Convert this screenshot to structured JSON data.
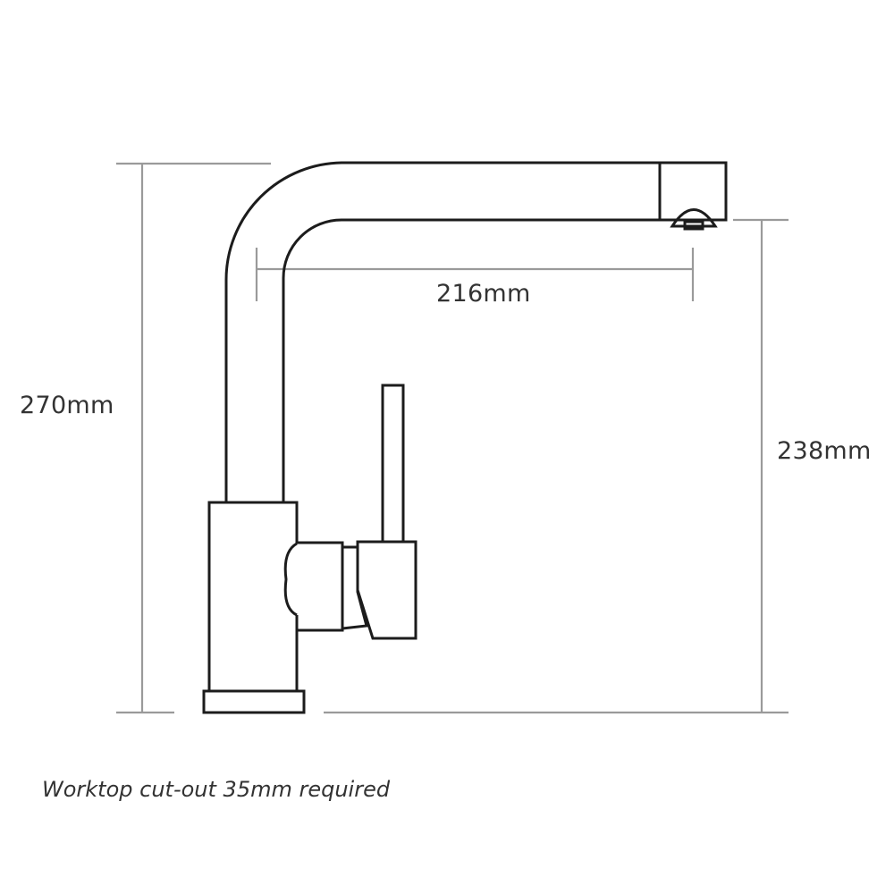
{
  "dimensions": {
    "total_height": "270mm",
    "spout_reach": "216mm",
    "spout_height": "238mm"
  },
  "note": "Worktop cut-out 35mm required",
  "colors": {
    "outline": "#1c1c1c",
    "dimension_lines": "#9a9a9a",
    "text": "#333333"
  }
}
